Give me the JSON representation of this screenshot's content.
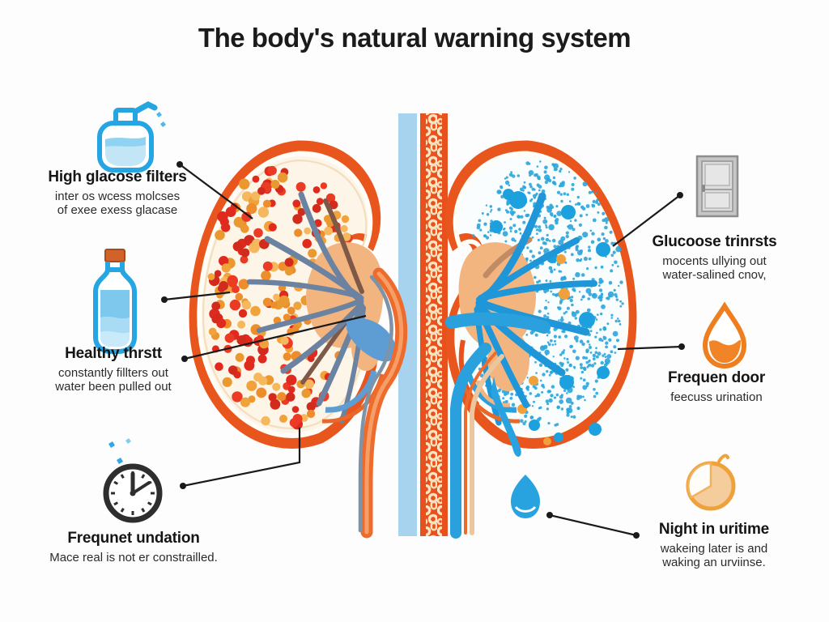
{
  "title": "The body's natural warning system",
  "callouts": {
    "high_glucose": {
      "heading": "High glacose filters",
      "line1": "inter os wcess molcses",
      "line2": "of exee exess glacase"
    },
    "healthy_thirst": {
      "heading": "Healthy thrstt",
      "line1": "constantly fillters out",
      "line2": "water been pulled out"
    },
    "frequent_urination": {
      "heading": "Frequnet undation",
      "line1": "Mace real is not er constrailled."
    },
    "glucose_thirst": {
      "heading": "Glucoose trinrsts",
      "line1": "mocents ullying out",
      "line2": "water-salined cnov,"
    },
    "frequent_door": {
      "heading": "Frequen door",
      "line1": "feecuss urination"
    },
    "night_urine": {
      "heading": "Night in uritime",
      "line1": "wakeing later is and",
      "line2": "waking an urviinse."
    }
  },
  "icons": [
    "jar-tap-icon",
    "water-bottle-icon",
    "clock-icon",
    "door-icon",
    "water-drop-icon",
    "pie-clock-icon"
  ],
  "palette": {
    "kidney_rim_orange": "#E8561E",
    "glucose_dot_red": "#DF2B1E",
    "glucose_dot_orange": "#F2A23B",
    "water_blue": "#29A4DF",
    "vessel_slate": "#6B83A0",
    "vessel_blue": "#1E96D8",
    "pelvis_tan": "#F3B580",
    "column_blue": "#A7D3EF",
    "column_orange": "#E8511E",
    "icon_blue": "#25A5E2",
    "icon_orange": "#EE7E1E",
    "text_dark": "#1B1B1B"
  }
}
